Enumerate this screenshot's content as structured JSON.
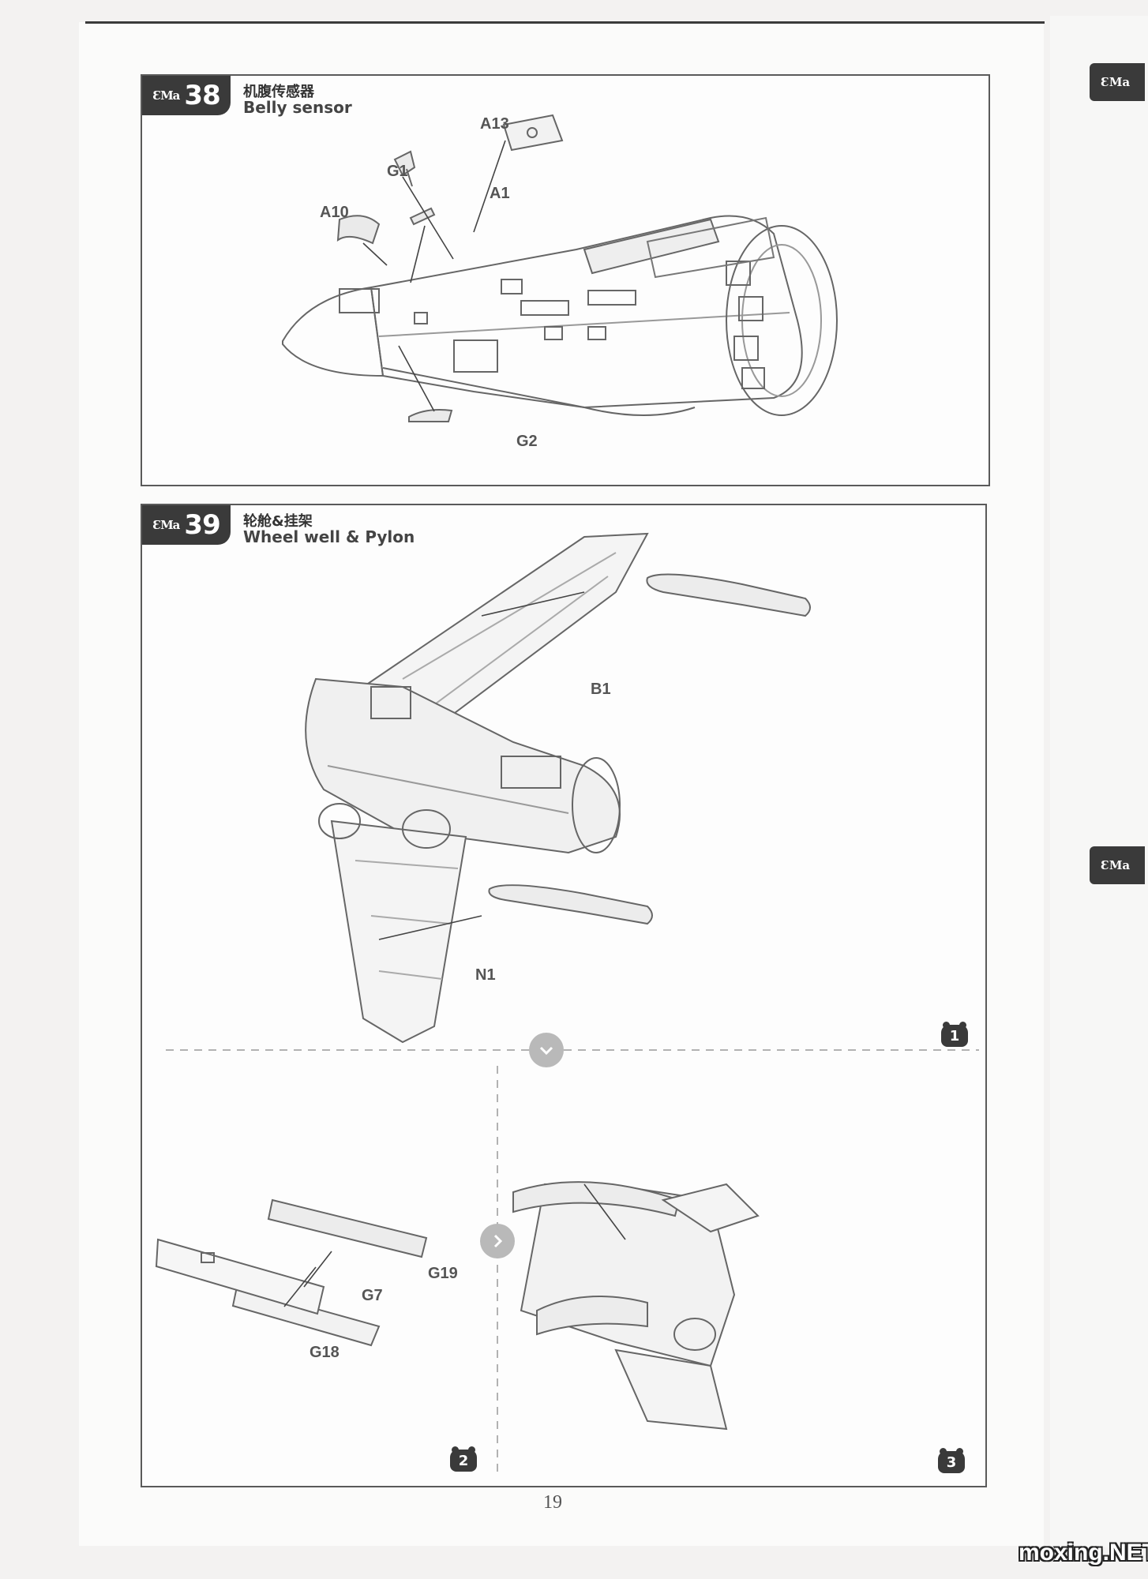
{
  "steps": [
    {
      "brand": "ƐMa",
      "number": "38",
      "title_cn": "机腹传感器",
      "title_en": "Belly sensor",
      "parts": [
        "A13",
        "G1",
        "A1",
        "A10",
        "G2"
      ]
    },
    {
      "brand": "ƐMa",
      "number": "39",
      "title_cn": "轮舱&挂架",
      "title_en": "Wheel well & Pylon",
      "parts": [
        "B1",
        "N1",
        "G19",
        "G7",
        "G18"
      ],
      "substeps": [
        "1",
        "2",
        "3"
      ]
    }
  ],
  "page_number": "19",
  "watermark": "moxing.NET",
  "side_tabs": [
    "ƐMa",
    "ƐMa"
  ],
  "colors": {
    "tag": "#3a3a3a",
    "line": "#555555",
    "flow_icon": "#b9b9b9"
  },
  "icons": {
    "flow_down": "chevron-down-icon",
    "flow_right": "chevron-right-icon"
  }
}
